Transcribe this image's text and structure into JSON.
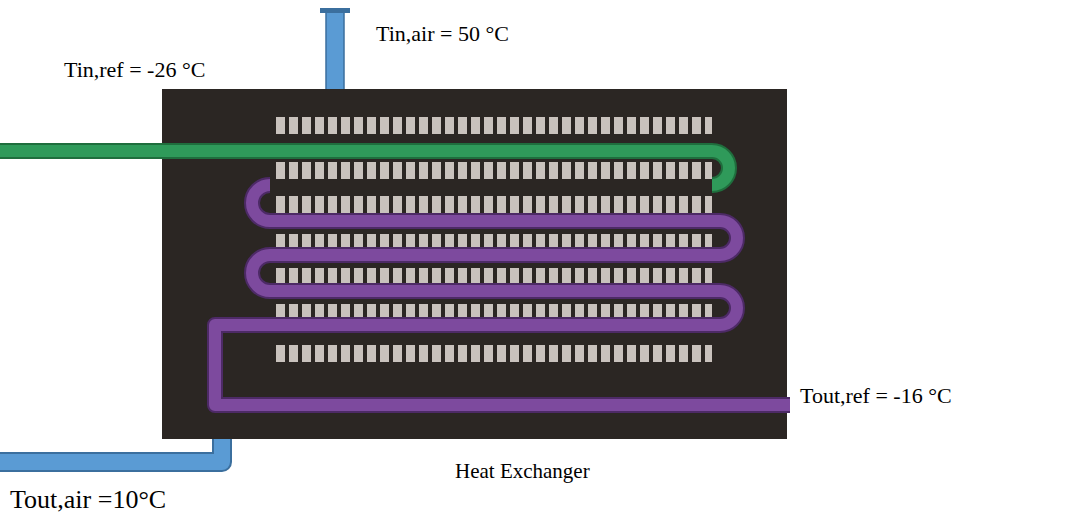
{
  "diagram": {
    "labels": [
      "Tin,air = 50 °C",
      "Tin,ref = -26 °C",
      "Tout,ref = -16 °C",
      "Tout,air =10°C",
      "Heat Exchanger"
    ]
  }
}
